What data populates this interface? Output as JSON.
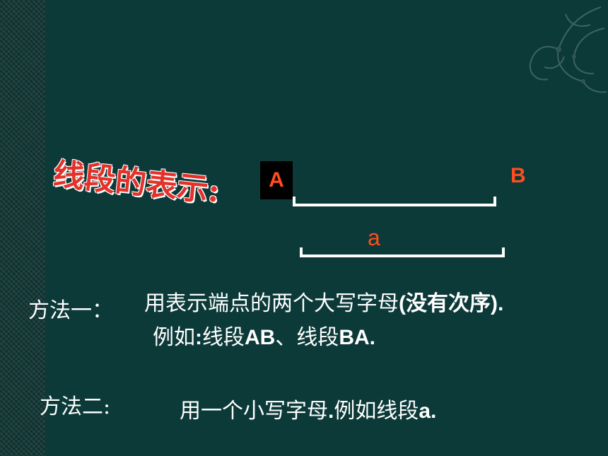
{
  "slide": {
    "title": "线段的表示:",
    "point_a": "A",
    "point_b": "B",
    "segment_letter": "a",
    "method_one": {
      "label": "方法一：",
      "description_prefix": "用表示端点的两个大写字母",
      "description_bold": "(没有次序).",
      "example_prefix": "例如",
      "example_bold1": ":",
      "example_mid1": "线段",
      "example_bold2": "AB",
      "example_mid2": "、线段",
      "example_bold3": "BA."
    },
    "method_two": {
      "label": "方法二:",
      "description_prefix": "用一个小写字母",
      "description_bold1": ".",
      "description_mid": "例如线段",
      "description_bold2": "a."
    }
  },
  "colors": {
    "background": "#0c3a39",
    "accent_red": "#e2322a",
    "label_orange": "#ff4d1f",
    "text": "#ffffff"
  }
}
